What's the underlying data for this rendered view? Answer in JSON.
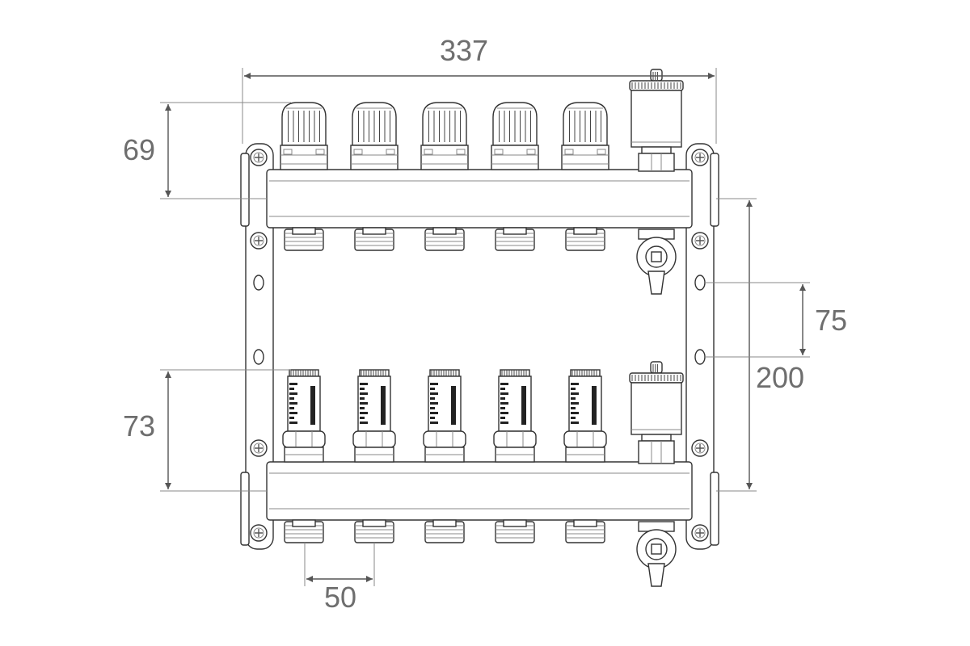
{
  "diagram": {
    "outlets_per_bar": 5,
    "dimensions": {
      "overall_width": "337",
      "top_valve_height": "69",
      "bottom_valve_height": "73",
      "bracket_hole_spacing": "75",
      "bar_spacing": "200",
      "outlet_spacing": "50"
    },
    "colors": {
      "line": "#333333",
      "dimension_text": "#6e6e6e",
      "background": "#ffffff"
    }
  }
}
